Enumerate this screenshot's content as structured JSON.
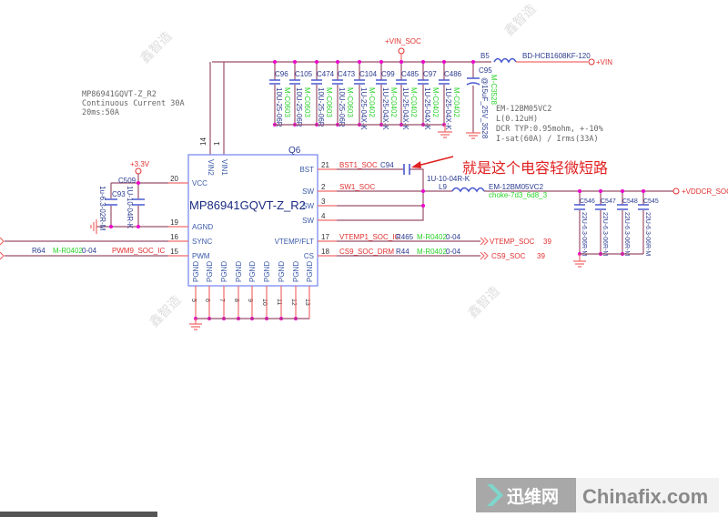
{
  "notes": {
    "line1": "MP86941GQVT-Z_R2",
    "line2": "Continuous Current 30A",
    "line3": "20ms:50A"
  },
  "power": {
    "vin_soc": "+VIN_SOC",
    "vin": "+VIN",
    "v33": "+3.3V",
    "vddcr": "+VDDCR_SOC"
  },
  "input_caps": [
    {
      "ref": "C96",
      "value": "10U-25-06R",
      "pkg": "M-C0603"
    },
    {
      "ref": "C105",
      "value": "10U-25-06R",
      "pkg": "M-C0603"
    },
    {
      "ref": "C474",
      "value": "10U-25-06R",
      "pkg": "M-C0603"
    },
    {
      "ref": "C473",
      "value": "10U-25-06R",
      "pkg": "M-C0603"
    },
    {
      "ref": "C104",
      "value": "1U-25-04X-K",
      "pkg": "M-C0402"
    },
    {
      "ref": "C99",
      "value": "1U-25-04X-K",
      "pkg": "M-C0402"
    },
    {
      "ref": "C485",
      "value": "1U-25-04X-K",
      "pkg": "M-C0402"
    },
    {
      "ref": "C97",
      "value": "1U-25-04X-K",
      "pkg": "M-C0402"
    },
    {
      "ref": "C486",
      "value": "1U-25-04X-K",
      "pkg": "M-C0402"
    }
  ],
  "c95": {
    "ref": "C95",
    "value": "@15uF_25V_3528",
    "pkg": "M-C3528"
  },
  "b5": {
    "ref": "B5",
    "value": "BD-HCB1608KF-120"
  },
  "inductor_note": {
    "l1": "EM-12BM05VC2",
    "l2": "L(0.12uH)",
    "l3": "DCR TYP:0.95mohm, +-10%",
    "l4": "I-sat(60A) / Irms(33A)"
  },
  "annotation": "就是这个电容轻微短路",
  "chip": {
    "ref": "Q6",
    "name": "MP86941GQVT-Z_R2",
    "top_pins": [
      {
        "name": "VIN2",
        "num": "14"
      },
      {
        "name": "VIN1",
        "num": "1"
      }
    ],
    "left_pins": [
      {
        "name": "VCC",
        "num": "20"
      },
      {
        "name": "AGND",
        "num": "19"
      },
      {
        "name": "SYNC",
        "num": "16"
      },
      {
        "name": "PWM",
        "num": "15"
      }
    ],
    "right_pins": [
      {
        "name": "BST",
        "num": "21"
      },
      {
        "name": "SW",
        "num": "2"
      },
      {
        "name": "SW",
        "num": "3"
      },
      {
        "name": "SW",
        "num": "4"
      },
      {
        "name": "VTEMP/FLT",
        "num": "17"
      },
      {
        "name": "CS",
        "num": "18"
      }
    ],
    "pgnd_label": "PGND",
    "pgnd_nums": [
      "5",
      "6",
      "7",
      "8",
      "9",
      "10",
      "11",
      "12",
      "13"
    ]
  },
  "c509": {
    "ref": "C509",
    "value": "1U-10-04R-K"
  },
  "c93": {
    "ref": "C93",
    "value": "1u-6.3-02R-M"
  },
  "r64": {
    "ref": "R64",
    "pkg": "M-R0402",
    "value": "0-04",
    "net": "PWM9_SOC_IC"
  },
  "bst": {
    "net": "BST1_SOC",
    "ref": "C94",
    "value": "1U-10-04R-K"
  },
  "sw": {
    "net": "SW1_SOC",
    "ref": "L9",
    "value": "EM-12BM05VC2",
    "pkg": "choke-7d3_6d8_3"
  },
  "vtemp": {
    "net": "VTEMP1_SOC_IC",
    "ref": "R465",
    "pkg": "M-R0402",
    "value": "0-04",
    "out": "VTEMP_SOC",
    "page": "39"
  },
  "cs": {
    "net": "CS9_SOC_DRM",
    "ref": "R44",
    "pkg": "M-R0402",
    "value": "0-04",
    "out": "CS9_SOC",
    "page": "39"
  },
  "output_caps": [
    {
      "ref": "C546",
      "value": "22U-6.3-06R-M"
    },
    {
      "ref": "C547",
      "value": "22U-6.3-06R-M"
    },
    {
      "ref": "C548",
      "value": "22U-6.3-06R-M"
    },
    {
      "ref": "C545",
      "value": "22U-6.3-06R-M"
    }
  ],
  "watermark": {
    "cn": "迅维网",
    "en": "Chinafix.com",
    "diag": "鑫智造"
  }
}
